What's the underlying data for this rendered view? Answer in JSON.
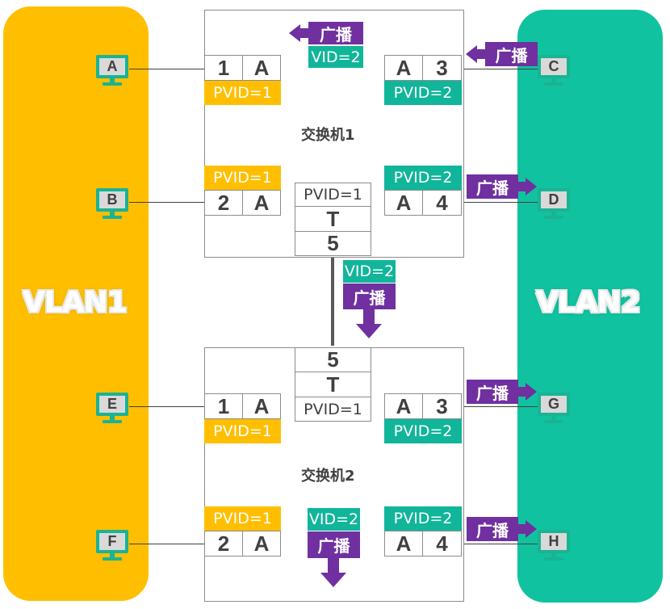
{
  "vlans": {
    "vlan1": {
      "label": "VLAN1",
      "color": "#ffbf00"
    },
    "vlan2": {
      "label": "VLAN2",
      "color": "#11c2a0"
    }
  },
  "colors": {
    "broadcast": "#7030a0",
    "vid_tag": "#11b59a",
    "pvid_vlan1": "#ffbf00",
    "pvid_vlan2": "#11b59a"
  },
  "switch1": {
    "name": "交换机1",
    "port1": {
      "num": "1",
      "mode": "A",
      "pvid": "PVID=1"
    },
    "port2": {
      "num": "2",
      "mode": "A",
      "pvid": "PVID=1"
    },
    "port3": {
      "num": "3",
      "mode": "A",
      "pvid": "PVID=2"
    },
    "port4": {
      "num": "4",
      "mode": "A",
      "pvid": "PVID=2"
    },
    "port5": {
      "num": "5",
      "mode": "T",
      "pvid": "PVID=1"
    },
    "broadcast_top": "广播",
    "vid_top": "VID=2"
  },
  "switch2": {
    "name": "交换机2",
    "port1": {
      "num": "1",
      "mode": "A",
      "pvid": "PVID=1"
    },
    "port2": {
      "num": "2",
      "mode": "A",
      "pvid": "PVID=1"
    },
    "port3": {
      "num": "3",
      "mode": "A",
      "pvid": "PVID=2"
    },
    "port4": {
      "num": "4",
      "mode": "A",
      "pvid": "PVID=2"
    },
    "port5": {
      "num": "5",
      "mode": "T",
      "pvid": "PVID=1"
    },
    "vid_inner": "VID=2",
    "broadcast_inner": "广播"
  },
  "trunk_link": {
    "vid": "VID=2",
    "broadcast": "广播"
  },
  "hosts": {
    "A": "A",
    "B": "B",
    "C": "C",
    "D": "D",
    "E": "E",
    "F": "F",
    "G": "G",
    "H": "H"
  },
  "broadcasts": {
    "C": "广播",
    "D": "广播",
    "G": "广播",
    "H": "广播"
  }
}
